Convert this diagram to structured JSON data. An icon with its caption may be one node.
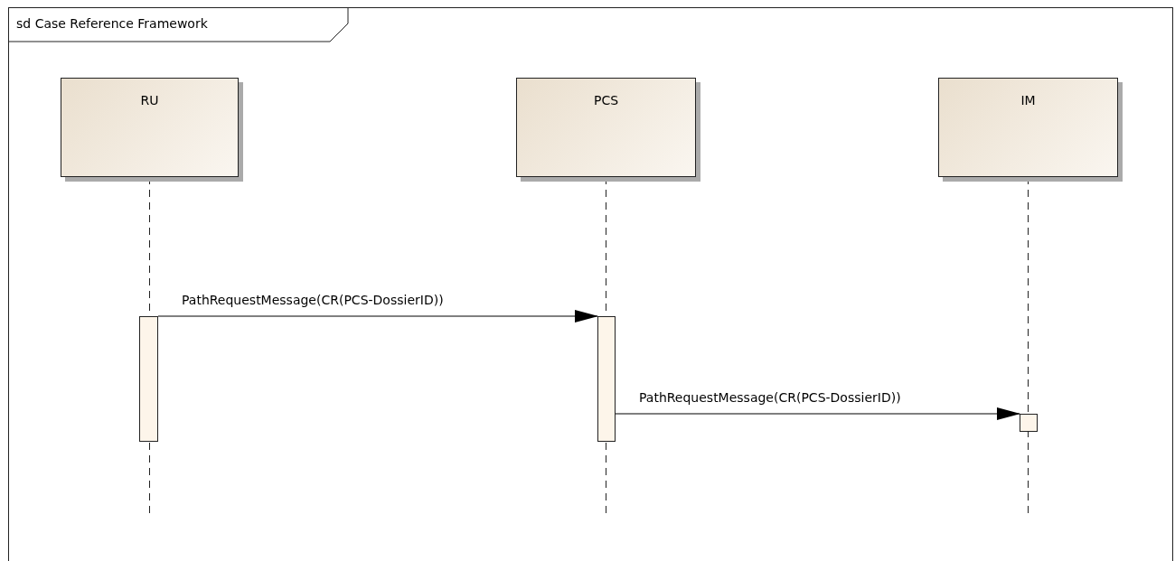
{
  "diagram": {
    "nodes": [
      {
        "text": [
          "sd Case Reference Framework"
        ]
      },
      {
        "text": [
          "RU"
        ],
        "in": 0
      },
      {
        "text": [
          "PCS"
        ],
        "in": 0
      },
      {
        "text": [
          "IM"
        ],
        "in": 0
      },
      {
        "text": [],
        "shape": "bar",
        "in": 0
      },
      {
        "text": [],
        "shape": "bar",
        "in": 0
      },
      {
        "text": [],
        "shape": "bar",
        "in": 0
      }
    ],
    "edges": [
      {
        "from": 4,
        "to": 5,
        "arrow": "to",
        "label": "PathRequestMessage(CR(PCS-DossierID))"
      },
      {
        "from": 5,
        "to": 6,
        "arrow": "to",
        "label": "PathRequestMessage(CR(PCS-DossierID))"
      }
    ]
  }
}
